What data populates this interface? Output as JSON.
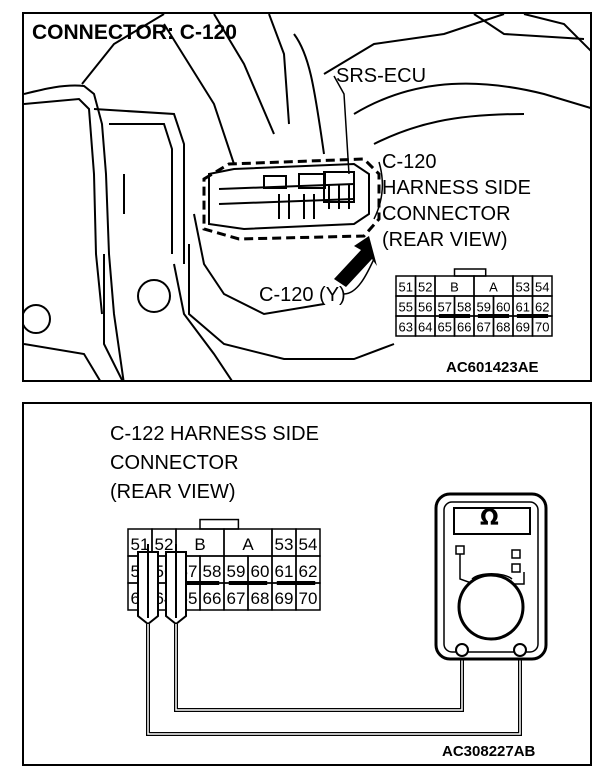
{
  "top_panel": {
    "title": "CONNECTOR: C-120",
    "srs_ecu": "SRS-ECU",
    "callout_lines": [
      "C-120",
      "HARNESS SIDE",
      "CONNECTOR",
      "(REAR VIEW)"
    ],
    "connector_label": "C-120 (Y)",
    "figure_code": "AC601423AE",
    "pins": {
      "row1": [
        "51",
        "52",
        "B",
        "A",
        "53",
        "54"
      ],
      "row2": [
        "55",
        "56",
        "57",
        "58",
        "59",
        "60",
        "61",
        "62"
      ],
      "row3": [
        "63",
        "64",
        "65",
        "66",
        "67",
        "68",
        "69",
        "70"
      ]
    }
  },
  "bottom_panel": {
    "heading_lines": [
      "C-122 HARNESS SIDE",
      "CONNECTOR",
      "(REAR VIEW)"
    ],
    "meter_symbol": "Ω",
    "figure_code": "AC308227AB",
    "pins": {
      "row1": [
        "51",
        "52",
        "B",
        "A",
        "53",
        "54"
      ],
      "row2": [
        "55",
        "56",
        "57",
        "58",
        "59",
        "60",
        "61",
        "62"
      ],
      "row3": [
        "63",
        "64",
        "65",
        "66",
        "67",
        "68",
        "69",
        "70"
      ]
    }
  }
}
